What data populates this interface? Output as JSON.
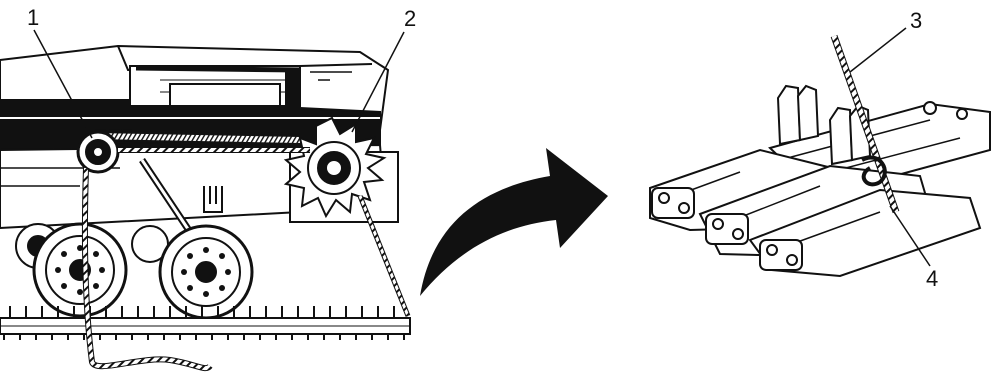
{
  "callouts": {
    "c1": "1",
    "c2": "2",
    "c3": "3",
    "c4": "4"
  },
  "colors": {
    "ink": "#111111",
    "paper": "#ffffff"
  },
  "icons": {
    "arrow": "curved-arrow-icon"
  }
}
